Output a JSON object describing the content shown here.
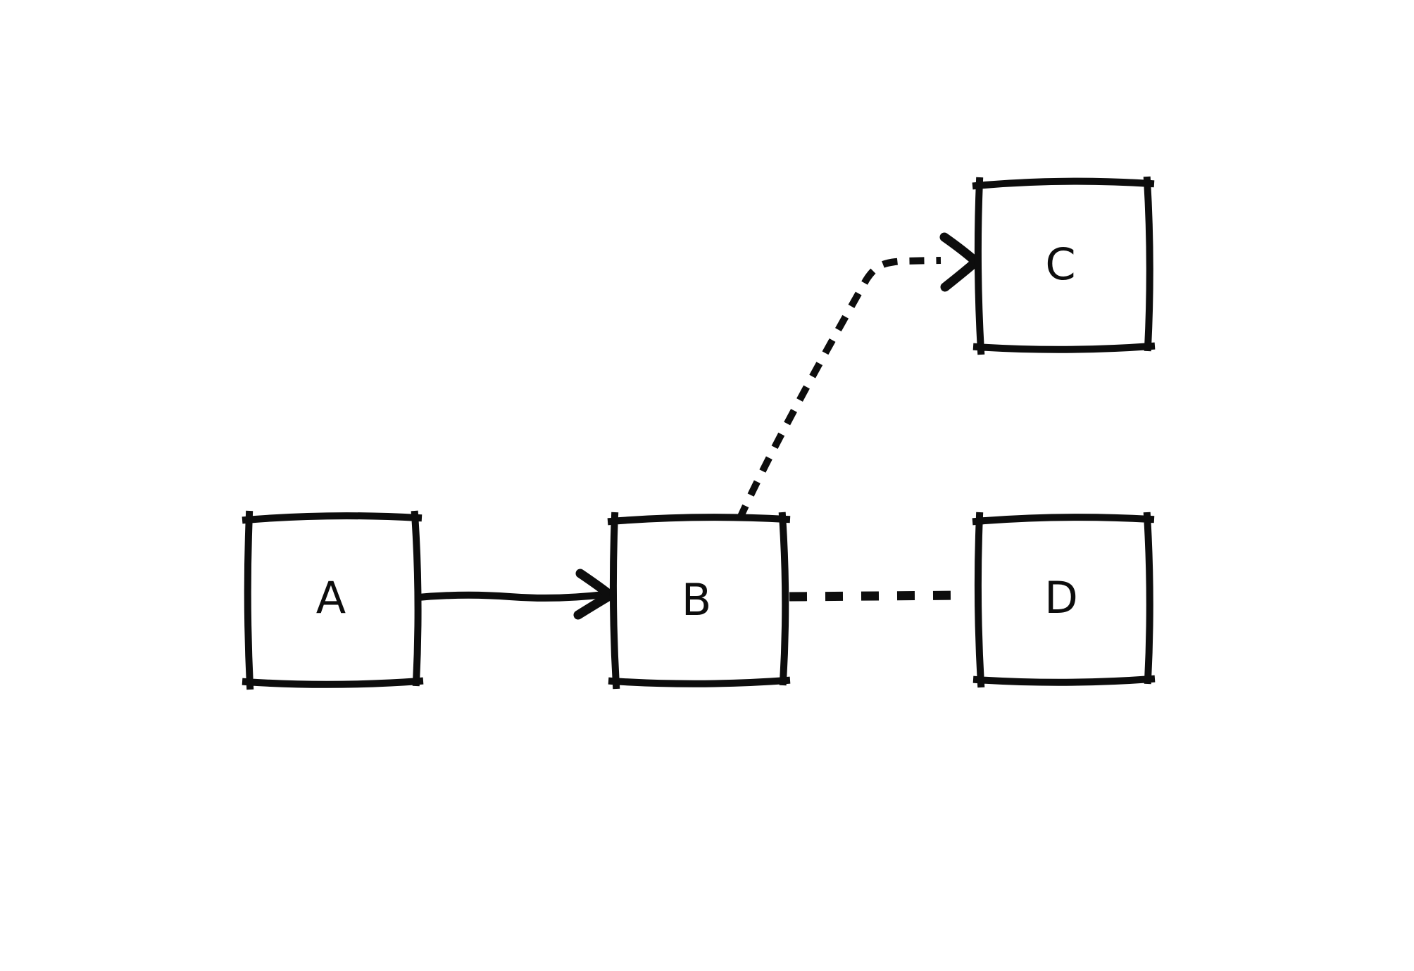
{
  "canvas": {
    "background_color": "#ffffff",
    "ink_color": "#0d0d0d",
    "style": "hand-drawn-sketch"
  },
  "diagram": {
    "type": "node-link",
    "nodes": [
      {
        "id": "A",
        "label": "A",
        "shape": "rectangle"
      },
      {
        "id": "B",
        "label": "B",
        "shape": "rectangle"
      },
      {
        "id": "C",
        "label": "C",
        "shape": "rectangle"
      },
      {
        "id": "D",
        "label": "D",
        "shape": "rectangle"
      }
    ],
    "edges": [
      {
        "from": "A",
        "to": "B",
        "line_style": "solid",
        "arrowhead": "open-arrow-at-B"
      },
      {
        "from": "B",
        "to": "C",
        "line_style": "dashed",
        "arrowhead": "open-arrow-at-C"
      },
      {
        "from": "B",
        "to": "D",
        "line_style": "dashed",
        "arrowhead": "none"
      }
    ]
  }
}
